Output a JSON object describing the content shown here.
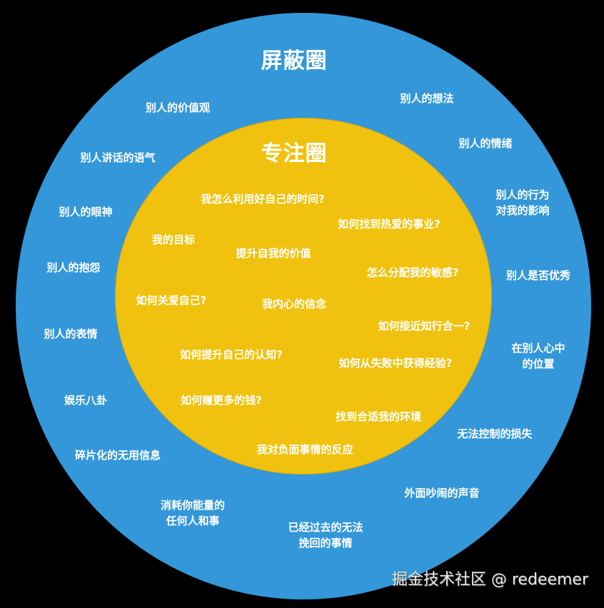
{
  "diagram": {
    "type": "concentric-circles",
    "outer_circle": {
      "title": "屏蔽圈",
      "color": "#3497d9",
      "items": [
        {
          "id": "values",
          "lines": [
            "别人的价值观"
          ]
        },
        {
          "id": "thoughts",
          "lines": [
            "别人的想法"
          ]
        },
        {
          "id": "tone",
          "lines": [
            "别人讲话的语气"
          ]
        },
        {
          "id": "emotions",
          "lines": [
            "别人的情绪"
          ]
        },
        {
          "id": "eyes",
          "lines": [
            "别人的眼神"
          ]
        },
        {
          "id": "behavior",
          "lines": [
            "别人的行为",
            "对我的影响"
          ]
        },
        {
          "id": "complaints",
          "lines": [
            "别人的抱怨"
          ]
        },
        {
          "id": "excellence",
          "lines": [
            "别人是否优秀"
          ]
        },
        {
          "id": "expressions",
          "lines": [
            "别人的表情"
          ]
        },
        {
          "id": "position",
          "lines": [
            "在别人心中",
            "的位置"
          ]
        },
        {
          "id": "gossip",
          "lines": [
            "娱乐八卦"
          ]
        },
        {
          "id": "losses",
          "lines": [
            "无法控制的损失"
          ]
        },
        {
          "id": "fragments",
          "lines": [
            "碎片化的无用信息"
          ]
        },
        {
          "id": "noise",
          "lines": [
            "外面吵闹的声音"
          ]
        },
        {
          "id": "energy-drain",
          "lines": [
            "消耗你能量的",
            "任何人和事"
          ]
        },
        {
          "id": "past",
          "lines": [
            "已经过去的无法",
            "挽回的事情"
          ]
        }
      ]
    },
    "inner_circle": {
      "title": "专注圈",
      "color": "#f0c20f",
      "items": [
        {
          "id": "time",
          "lines": [
            "我怎么利用好自己的时间?"
          ]
        },
        {
          "id": "career",
          "lines": [
            "如何找到热爱的事业?"
          ]
        },
        {
          "id": "goals",
          "lines": [
            "我的目标"
          ]
        },
        {
          "id": "self-value",
          "lines": [
            "提升自我的价值"
          ]
        },
        {
          "id": "sensitivity",
          "lines": [
            "怎么分配我的敏感?"
          ]
        },
        {
          "id": "self-care",
          "lines": [
            "如何关爱自己?"
          ]
        },
        {
          "id": "beliefs",
          "lines": [
            "我内心的信念"
          ]
        },
        {
          "id": "knowledge-action",
          "lines": [
            "如何接近知行合一?"
          ]
        },
        {
          "id": "cognition",
          "lines": [
            "如何提升自己的认知?"
          ]
        },
        {
          "id": "failure",
          "lines": [
            "如何从失败中获得经验?"
          ]
        },
        {
          "id": "money",
          "lines": [
            "如何赚更多的钱?"
          ]
        },
        {
          "id": "environment",
          "lines": [
            "找到合适我的环境"
          ]
        },
        {
          "id": "reaction",
          "lines": [
            "我对负面事情的反应"
          ]
        }
      ]
    }
  },
  "watermark": "掘金技术社区 @ redeemer"
}
